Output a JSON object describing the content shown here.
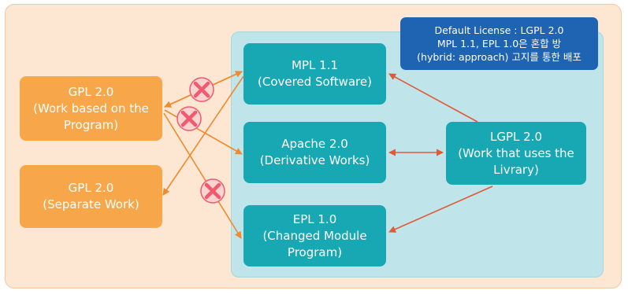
{
  "note": {
    "lines": [
      "Default License : LGPL 2.0",
      "MPL 1.1, EPL 1.0은 혼합 방",
      "(hybrid: approach) 고지를 통한 배포"
    ]
  },
  "boxes": {
    "gpl_work": {
      "lines": [
        "GPL 2.0",
        "(Work based on the",
        "Program)"
      ]
    },
    "gpl_separate": {
      "lines": [
        "GPL 2.0",
        "(Separate Work)"
      ]
    },
    "mpl": {
      "lines": [
        "MPL 1.1",
        "(Covered Software)"
      ]
    },
    "apache": {
      "lines": [
        "Apache 2.0",
        "(Derivative Works)"
      ]
    },
    "epl": {
      "lines": [
        "EPL 1.0",
        "(Changed Module",
        "Program)"
      ]
    },
    "lgpl": {
      "lines": [
        "LGPL 2.0",
        "(Work that uses the",
        "Livrary)"
      ]
    }
  },
  "colors": {
    "outer_bg": "#fde6d2",
    "inner_bg": "#bfe4ea",
    "gpl_box": "#f7a749",
    "license_box": "#17a8b3",
    "note_box": "#1f63b3",
    "arrow_orange": "#f08a2e",
    "arrow_red": "#e05a35",
    "forbidden_mark": "#f05a6e"
  }
}
